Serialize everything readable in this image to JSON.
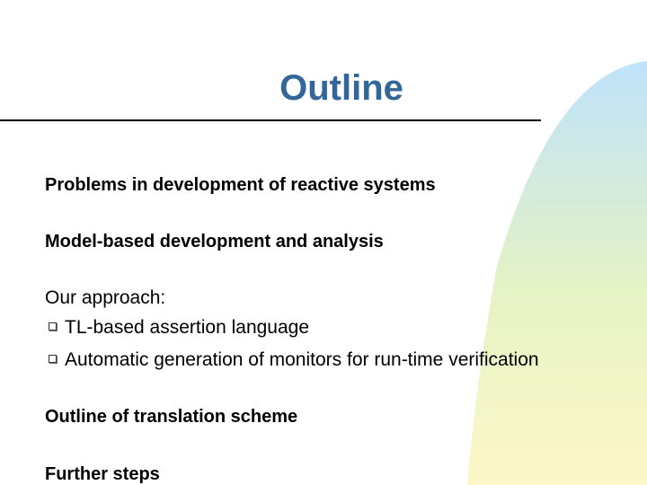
{
  "slide": {
    "title": "Outline",
    "items": [
      {
        "label": "Problems in development of reactive systems"
      },
      {
        "label": "Model-based development and analysis"
      },
      {
        "label": "Our approach:",
        "subitems": [
          {
            "label": "TL-based assertion language"
          },
          {
            "label": "Automatic generation of monitors for run-time verification"
          }
        ]
      },
      {
        "label": "Outline of translation scheme"
      },
      {
        "label": "Further steps"
      }
    ]
  },
  "colors": {
    "title": "#336699",
    "decor_blue": "#bfe2fb",
    "decor_green": "#e6f3c4",
    "decor_yellow": "#fdf7c9"
  }
}
